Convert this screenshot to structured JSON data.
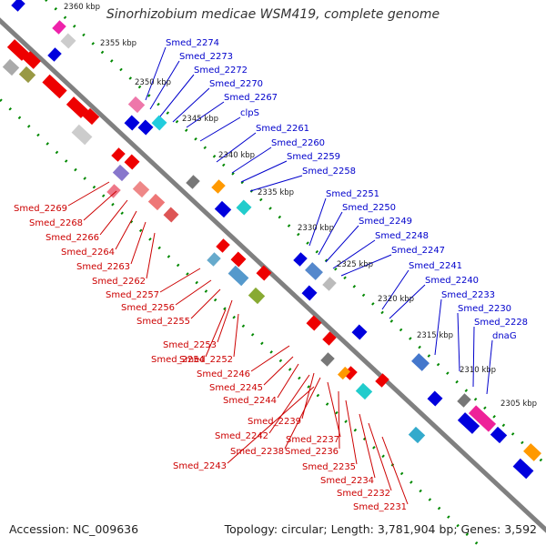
{
  "title": "Sinorhizobium medicae WSM419, complete genome",
  "footer": {
    "accession": "Accession: NC_009636",
    "summary": "Topology: circular; Length: 3,781,904 bp; Genes: 3,592"
  },
  "colors": {
    "forward": "#ff0000",
    "reverse": "#0000ee",
    "backbone": "#808080",
    "scale_dots": "#008800",
    "label_forward": "#cc0000",
    "label_reverse": "#0000cc"
  },
  "scale_labels": [
    "2360 kbp",
    "2355 kbp",
    "2350 kbp",
    "2345 kbp",
    "2340 kbp",
    "2335 kbp",
    "2330 kbp",
    "2325 kbp",
    "2320 kbp",
    "2315 kbp",
    "2310 kbp",
    "2305 kbp"
  ],
  "reverse_labels": [
    "Smed_2274",
    "Smed_2273",
    "Smed_2272",
    "Smed_2270",
    "Smed_2267",
    "clpS",
    "Smed_2261",
    "Smed_2260",
    "Smed_2259",
    "Smed_2258",
    "Smed_2251",
    "Smed_2250",
    "Smed_2249",
    "Smed_2248",
    "Smed_2247",
    "Smed_2241",
    "Smed_2240",
    "Smed_2233",
    "Smed_2230",
    "Smed_2228",
    "dnaG"
  ],
  "forward_labels": [
    "Smed_2269",
    "Smed_2268",
    "Smed_2266",
    "Smed_2264",
    "Smed_2263",
    "Smed_2262",
    "Smed_2257",
    "Smed_2256",
    "Smed_2255",
    "Smed_2253",
    "Smed_2254",
    "Smed_2252",
    "Smed_2246",
    "Smed_2245",
    "Smed_2244",
    "Smed_2239",
    "Smed_2242",
    "Smed_2237",
    "Smed_2238",
    "Smed_2236",
    "Smed_2243",
    "Smed_2235",
    "Smed_2234",
    "Smed_2232",
    "Smed_2231"
  ]
}
